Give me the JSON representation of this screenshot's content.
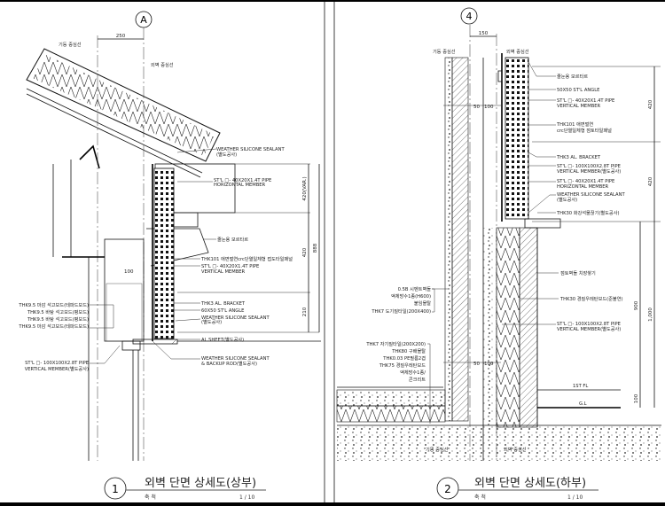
{
  "detail_1": {
    "marker": "A",
    "dim_top": "250",
    "axis_labels": {
      "column_center": "기둥 중심선",
      "wall_center": "외벽 중심선"
    },
    "labels_right": [
      "WEATHER SILICONE SEALANT",
      "(별도공사)",
      "ST'L □- 40X20X1.4T PIPE",
      "HORIZONTAL MEMBER",
      "줄눈용 모르타르",
      "THK101 애면벌연crc단열일체형 접도타일패널",
      "ST'L □- 40X20X1.4T PIPE",
      "VERTICAL MEMBER",
      "THK3 AL. BRACKET",
      "60X50 ST'L ANGLE",
      "WEATHER SILICONE SEALANT",
      "(별도공사)",
      "AL.SHEET(별도공사)",
      "WEATHER SILICONE SEALANT",
      "& BACKUP ROD(별도공사)"
    ],
    "labels_left": [
      "THK9.5 마감 석고보드(테파드보드)",
      "THK9.5 바탕 석고보드(평보드)",
      "THK9.5 바탕 석고보드(평보드)",
      "THK9.5 마감 석고보드(테파드보드)",
      "ST'L □- 100X100X2.8T PIPE",
      "VERTICAL MEMBER(별도공사)"
    ],
    "dims": [
      "420(VAR.)",
      "420",
      "210",
      "888",
      "100"
    ],
    "number": "1",
    "title": "외벽 단면 상세도(상부)",
    "scale_label": "축 척",
    "scale": "1 / 10"
  },
  "detail_2": {
    "marker": "4",
    "dim_top": "150",
    "axis_labels": {
      "column_center": "기둥 중심선",
      "wall_center": "외벽 중심선",
      "column_center_bottom": "기둥 중심선",
      "wall_center_bottom": "외벽 중심선"
    },
    "labels_right": [
      "줄눈용 모르타르",
      "50X50 ST'L ANGLE",
      "ST'L □- 40X20X1.4T PIPE",
      "VERTICAL MEMBER",
      "THK101 애면벌연",
      "crc단열일체형 점토타일패널",
      "THK3 AL. BRACKET",
      "ST'L □- 100X100X2.8T PIPE",
      "VERTICAL MEMBER(별도공사)",
      "ST'L □- 40X20X1.4T PIPE",
      "HORIZONTAL MEMBER",
      "WEATHER SILICONE SEALANT",
      "(별도공사)",
      "THK30 화강석물끊기(별도공사)",
      "점토벽돌 치장쌓기",
      "THK30 경질우레탄보드(준불연)",
      "ST'L □- 100X100X2.8T PIPE",
      "VERTICAL MEMBER(별도공사)"
    ],
    "labels_left": [
      "0.5B 시멘트벽돌",
      "액체방수1종(H600)",
      "붙임몰탈",
      "THK7 도기질타일(200X400)",
      "THK7 자기질타일(200X200)",
      "THK80 구배몰탈",
      "THK0.03 PE필름2겹",
      "THK75 경질우레탄보드",
      "액체방수1종/",
      "콘크리트"
    ],
    "dims": [
      "50",
      "100",
      "50",
      "100",
      "420",
      "420",
      "900",
      "1,000",
      "100"
    ],
    "levels": [
      "1ST FL",
      "G.L"
    ],
    "number": "2",
    "title": "외벽 단면 상세도(하부)",
    "scale_label": "축 척",
    "scale": "1 / 10"
  },
  "colors": {
    "line": "#111111",
    "background": "#ffffff",
    "title_underline": "#555555"
  }
}
